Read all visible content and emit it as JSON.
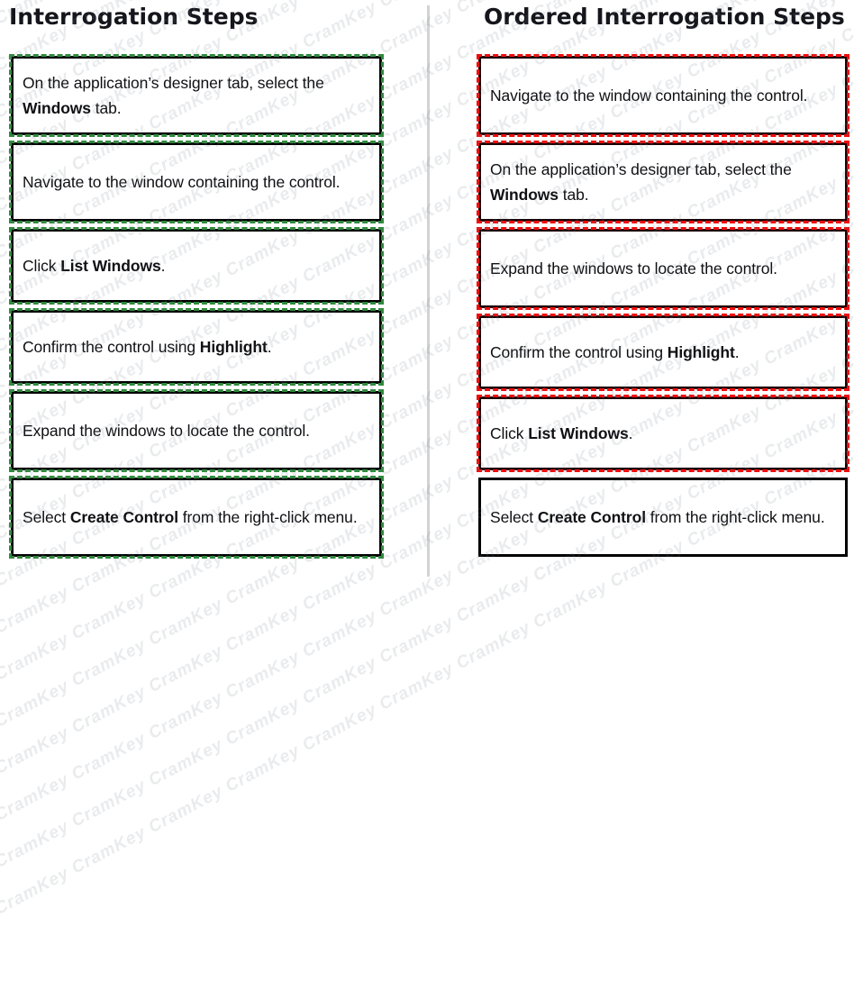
{
  "watermark": {
    "text": "CramKey",
    "repeat": "CramKey CramKey CramKey CramKey CramKey CramKey CramKey CramKey CramKey CramKey"
  },
  "divider": {
    "color": "#d3d3d3"
  },
  "colors": {
    "page_background": "#ffffff",
    "text": "#101014",
    "title": "#15151c",
    "left_box_border": "#000000",
    "left_box_dash": "#2f8a3d",
    "right_box_border": "#1c0507",
    "right_box_dash": "#f00c0c"
  },
  "left_panel": {
    "title": "Interrogation Steps",
    "steps": [
      {
        "parts": [
          {
            "t": "On the application’s designer tab, select the ",
            "b": false
          },
          {
            "t": "Windows",
            "b": true
          },
          {
            "t": " tab.",
            "b": false
          }
        ]
      },
      {
        "parts": [
          {
            "t": "Navigate to the window containing the control.",
            "b": false
          }
        ]
      },
      {
        "parts": [
          {
            "t": "Click ",
            "b": false
          },
          {
            "t": "List Windows",
            "b": true
          },
          {
            "t": ".",
            "b": false
          }
        ]
      },
      {
        "parts": [
          {
            "t": "Confirm the control using ",
            "b": false
          },
          {
            "t": "Highlight",
            "b": true
          },
          {
            "t": ".",
            "b": false
          }
        ]
      },
      {
        "parts": [
          {
            "t": "Expand the windows to locate the control.",
            "b": false
          }
        ]
      },
      {
        "parts": [
          {
            "t": "Select ",
            "b": false
          },
          {
            "t": "Create Control",
            "b": true
          },
          {
            "t": " from the right-click menu.",
            "b": false
          }
        ]
      }
    ]
  },
  "right_panel": {
    "title": "Ordered Interrogation Steps",
    "steps": [
      {
        "parts": [
          {
            "t": "Navigate to the window containing the control.",
            "b": false
          }
        ]
      },
      {
        "parts": [
          {
            "t": "On the application’s designer tab, select the ",
            "b": false
          },
          {
            "t": "Windows",
            "b": true
          },
          {
            "t": " tab.",
            "b": false
          }
        ]
      },
      {
        "parts": [
          {
            "t": "Expand the windows to locate the control.",
            "b": false
          }
        ]
      },
      {
        "parts": [
          {
            "t": "Confirm the control using ",
            "b": false
          },
          {
            "t": "Highlight",
            "b": true
          },
          {
            "t": ".",
            "b": false
          }
        ]
      },
      {
        "parts": [
          {
            "t": "Click ",
            "b": false
          },
          {
            "t": "List Windows",
            "b": true
          },
          {
            "t": ".",
            "b": false
          }
        ]
      },
      {
        "parts": [
          {
            "t": "Select ",
            "b": false
          },
          {
            "t": "Create Control",
            "b": true
          },
          {
            "t": " from the right-click menu.",
            "b": false
          }
        ]
      }
    ]
  }
}
